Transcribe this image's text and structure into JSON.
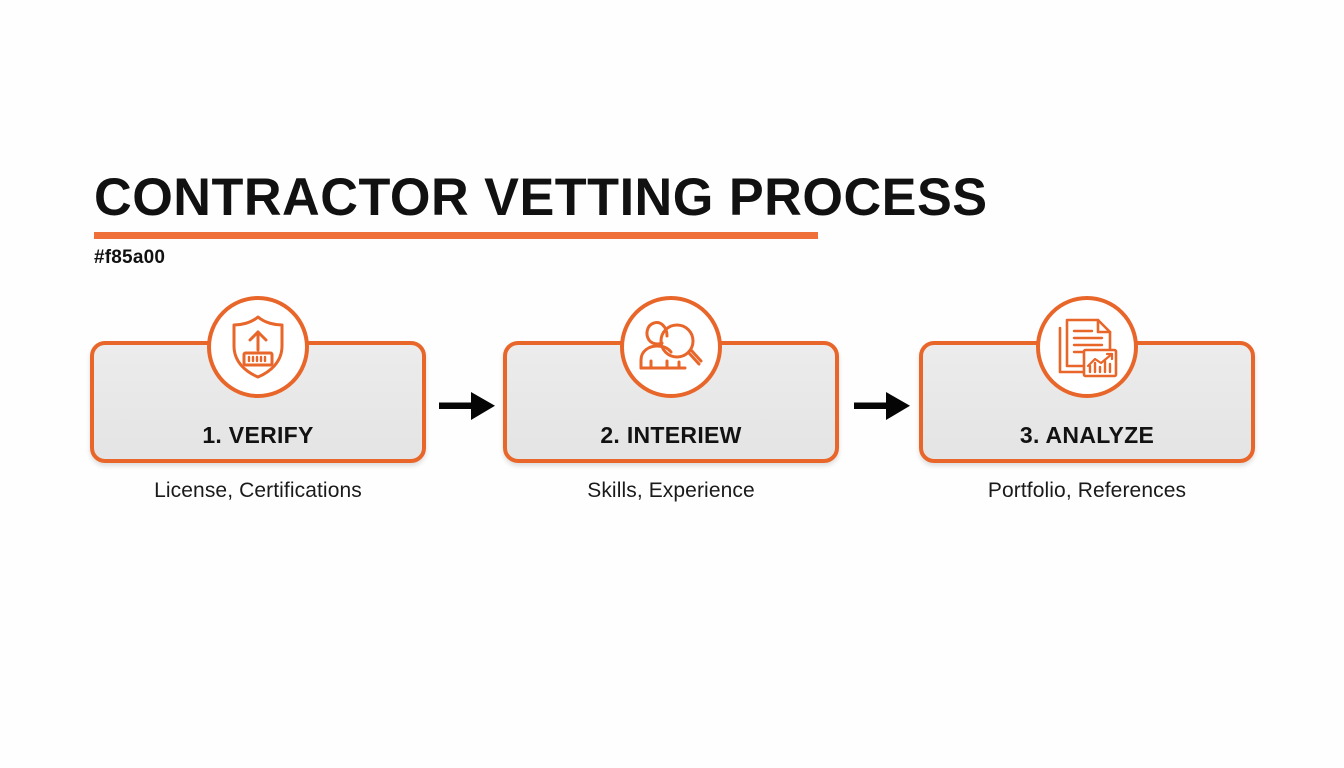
{
  "header": {
    "title": "CONTRACTOR VETTING PROCESS",
    "subtitle": "#f85a00",
    "accent_color": "#f85a00",
    "rule_color": "#f0703a"
  },
  "colors": {
    "accent": "#f85a00",
    "card_border": "#e8662a",
    "card_fill": "#eaeaea",
    "text": "#111111",
    "arrow": "#000000",
    "background": "#ffffff"
  },
  "steps": [
    {
      "label": "1. VERIFY",
      "caption": "License, Certifications",
      "icon": "shield-upload-icon"
    },
    {
      "label": "2. INTERIEW",
      "caption": "Skills, Experience",
      "icon": "person-search-icon"
    },
    {
      "label": "3. ANALYZE",
      "caption": "Portfolio, References",
      "icon": "documents-chart-icon"
    }
  ],
  "connectors": [
    {
      "name": "arrow-right-icon"
    },
    {
      "name": "arrow-right-icon"
    }
  ]
}
